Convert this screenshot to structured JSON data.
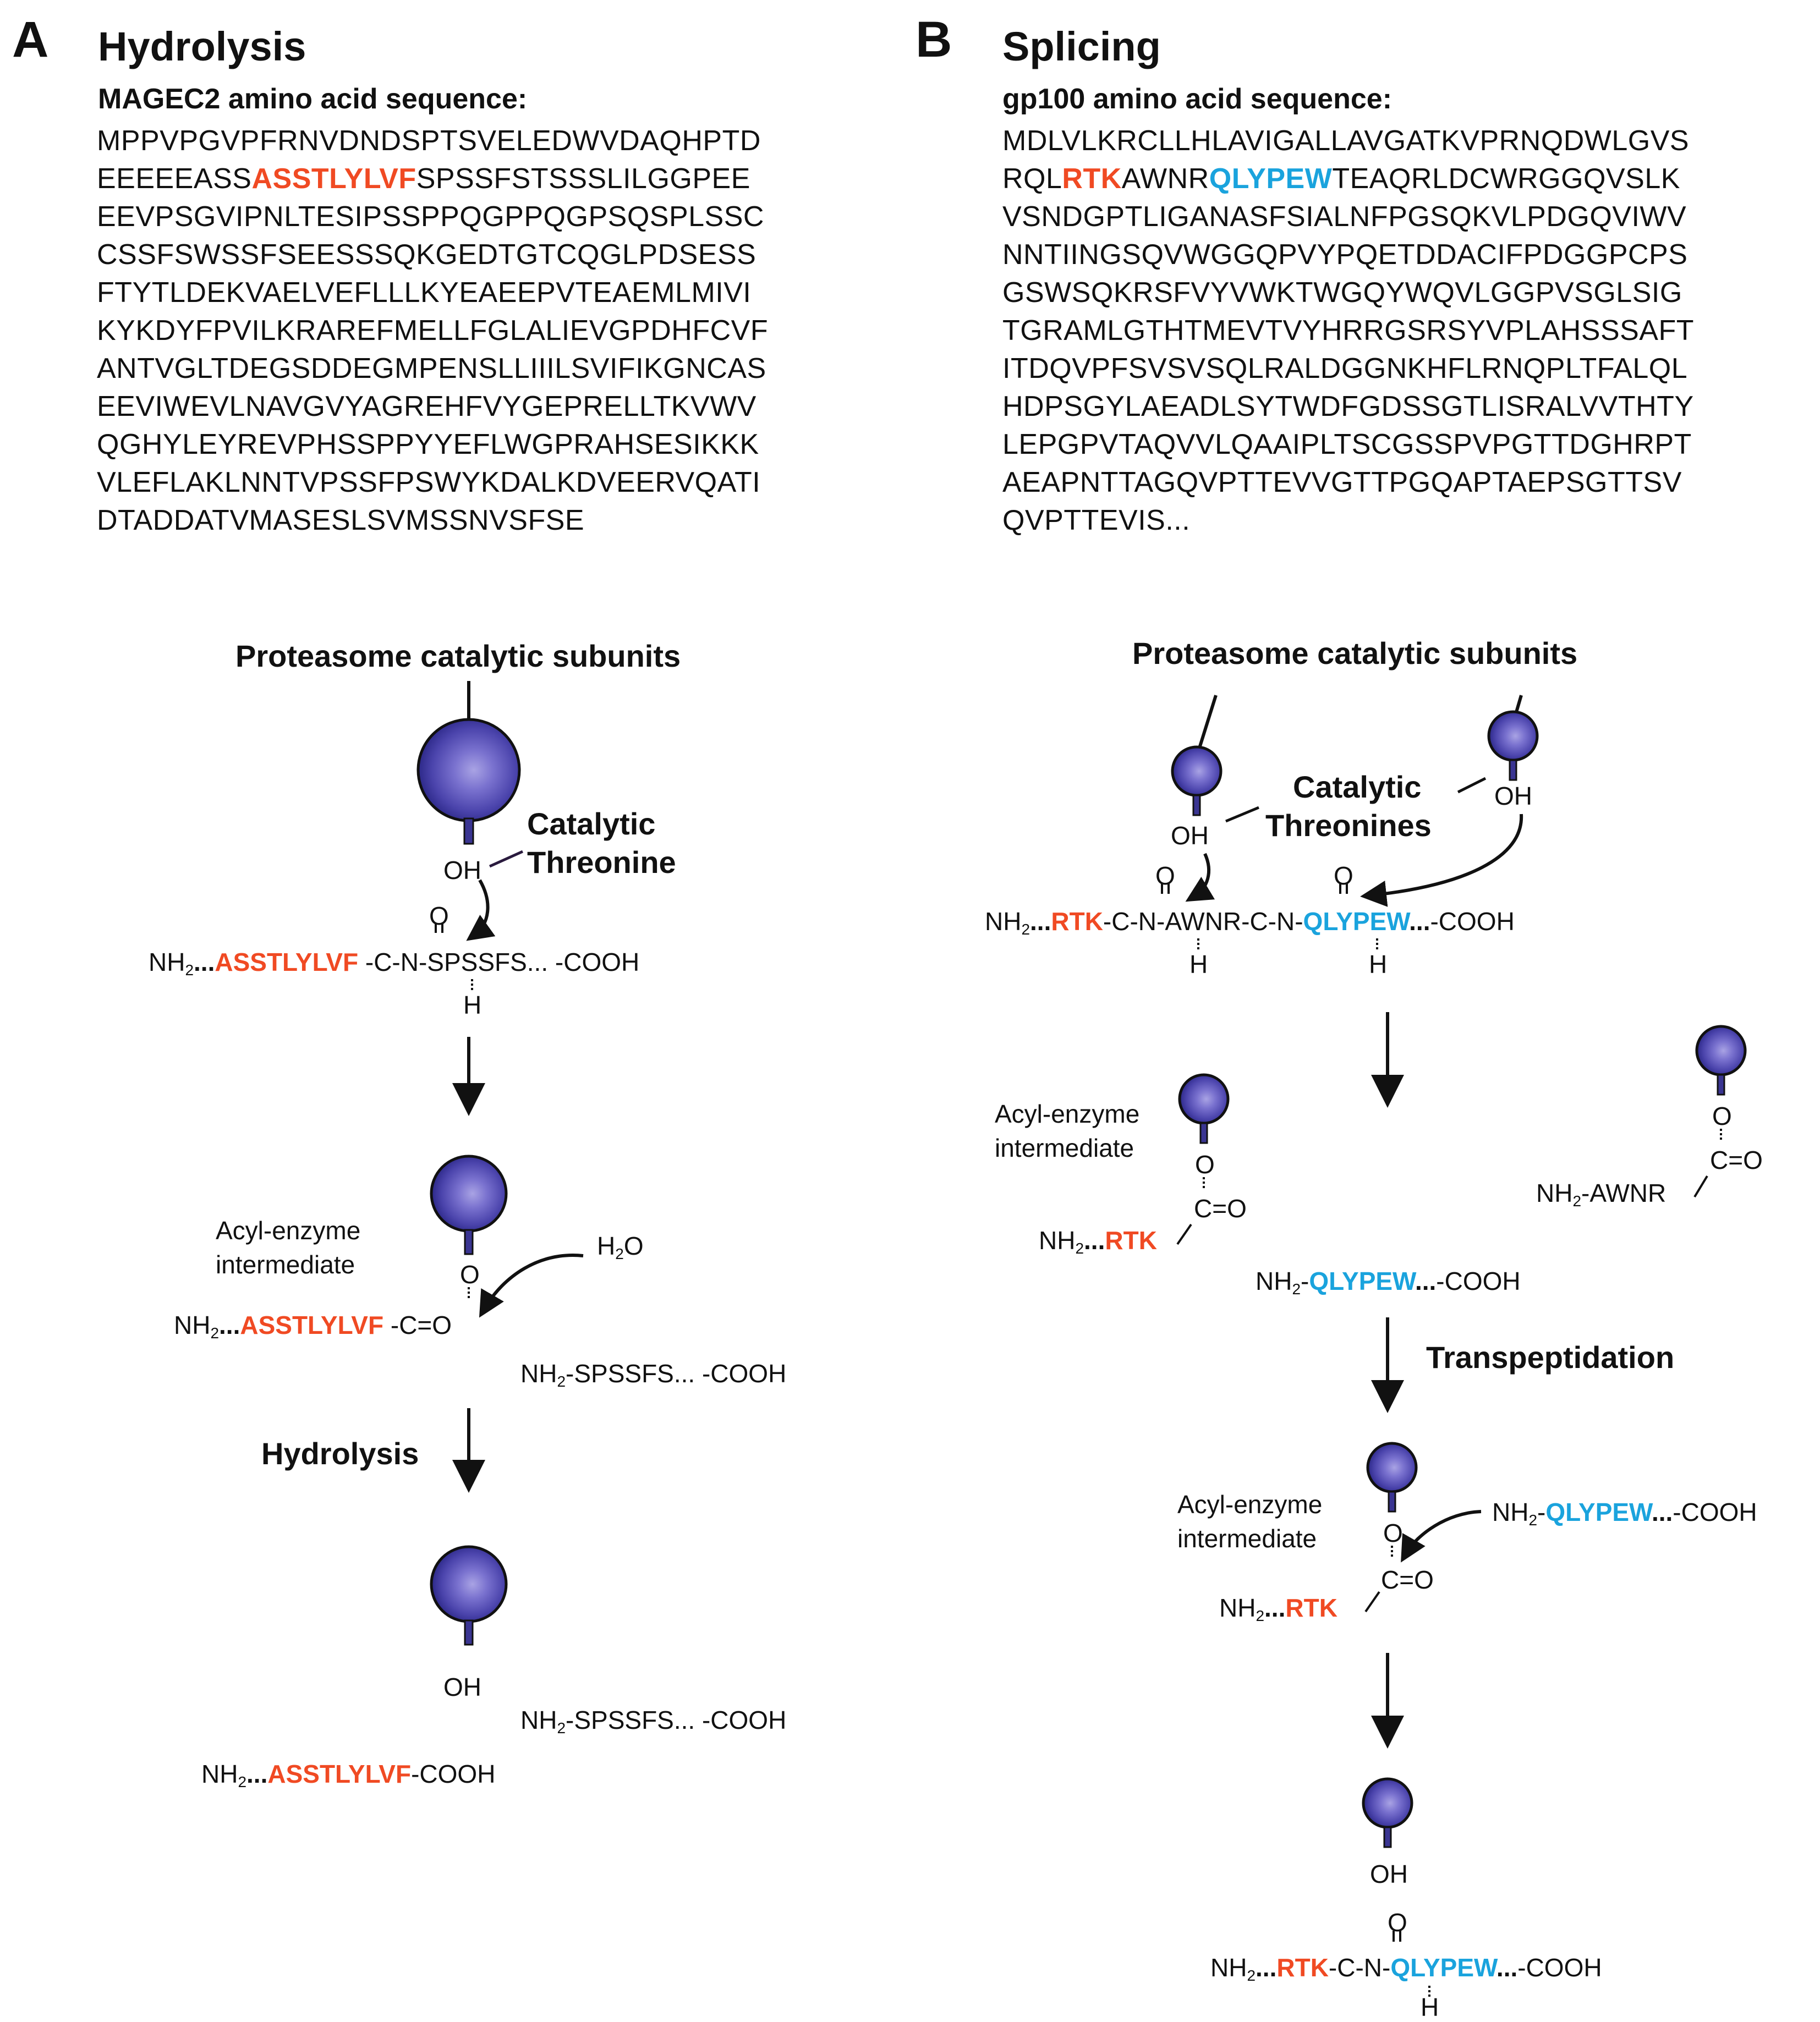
{
  "panel_a": {
    "letter": "A",
    "title": "Hydrolysis",
    "seq_heading": "MAGEC2 amino acid sequence:",
    "seq_lines": [
      "MPPVPGVPFRNVDNDSPTSVELEDWVDAQHPTD",
      "EEEEEASS",
      "EEVPSGVIPNLTESIPSSPPQGPPQGPSQSPLSSC",
      "CSSFSWSSFSEESSSQKGEDTGTCQGLPDSESS",
      "FTYTLDEKVAELVEFLLLKYEAEEPVTEAEMLMIVI",
      "KYKDYFPVILKRAREFMELLFGLALIEVGPDHFCVF",
      "ANTVGLTDEGSDDEGMPENSLLIIILSVIFIKGNCAS",
      "EEVIWEVLNAVGVYAGREHFVYGEPRELLTKVWV",
      "QGHYLEYREVPHSSPPYYEFLWGPRAHSESIKKK",
      "VLEFLAKLNNTVPSSFPSWYKDALKDVEERVQATI",
      "DTADDATVMASESLSVMSSNVSFSE"
    ],
    "seq_highlight": "ASSTLYLVF",
    "seq_line2_tail": "SPSSFSTSSSLILGGPEE",
    "proteasome_label": "Proteasome catalytic subunits",
    "catalytic_label_1": "Catalytic",
    "catalytic_label_2": "Threonine",
    "oh": "OH",
    "o": "O",
    "h": "H",
    "nh": "NH",
    "sub2": "2",
    "dots": "...",
    "peptide": "ASSTLYLVF",
    "cn_fragment": "-C-N-SPSSFS...",
    "cooh": "-COOH",
    "acyl_label_1": "Acyl-enzyme",
    "acyl_label_2": "intermediate",
    "water_h": "H",
    "water_o": "O",
    "co_fragment": "-C=O",
    "released_fragment": "-SPSSFS...",
    "hydrolysis_step": "Hydrolysis"
  },
  "panel_b": {
    "letter": "B",
    "title": "Splicing",
    "seq_heading": "gp100 amino acid sequence:",
    "seq_lines": [
      "MDLVLKRCLLHLAVIGALLAVGATKVPRNQDWLGVS",
      "RQL",
      "VSNDGPTLIGANASFSIALNFPGSQKVLPDGQVIWV",
      "NNTIINGSQVWGGQPVYPQETDDACIFPDGGPCPS",
      "GSWSQKRSFVYVWKTWGQYWQVLGGPVSGLSIG",
      "TGRAMLGTHTMEVTVYHRRGSRSYVPLAHSSSAFT",
      "ITDQVPFSVSVSQLRALDGGNKHFLRNQPLTFALQL",
      "HDPSGYLAEADLSYTWDFGDSSGTLISRALVVTHTY",
      "LEPGPVTAQVVLQAAIPLTSCGSSPVPGTTDGHRPT",
      "AEAPNTTAGQVPTTEVVGTTPGQAPTAEPSGTTSV",
      "QVPTTEVIS..."
    ],
    "seq_red": "RTK",
    "seq_mid": "AWNR",
    "seq_blue": "QLYPEW",
    "seq_line2_tail": "TEAQRLDCWRGGQVSLK",
    "proteasome_label": "Proteasome catalytic subunits",
    "catalytic_label_1": "Catalytic",
    "catalytic_label_2": "Threonines",
    "oh": "OH",
    "o": "O",
    "h": "H",
    "nh": "NH",
    "sub2": "2",
    "dots": "...",
    "red_peptide": "RTK",
    "blue_peptide": "QLYPEW",
    "frag_awnr": "-C-N-AWNR-C-N-",
    "cooh": "-COOH",
    "acyl_label_1": "Acyl-enzyme",
    "acyl_label_2": "intermediate",
    "co": "C=O",
    "nh2_awnr": "-AWNR",
    "transpeptidation": "Transpeptidation",
    "c": "C",
    "n": "N",
    "c_co": "-C",
    "n_dash": "-N-"
  },
  "colors": {
    "red": "#f04a23",
    "blue": "#1aa3dd",
    "enzyme_dark": "#2b2b7a",
    "enzyme_light": "#9c97dc"
  }
}
